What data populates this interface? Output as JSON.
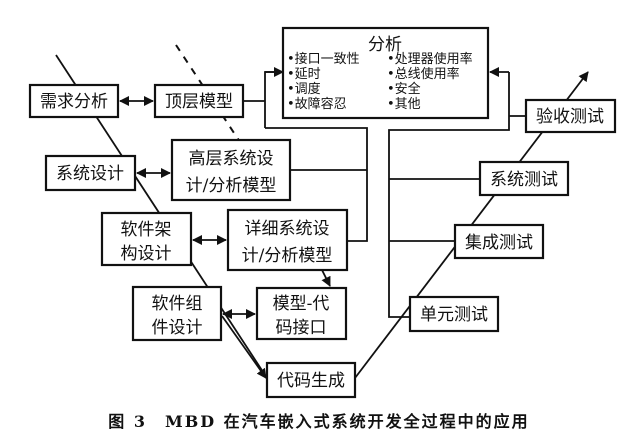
{
  "nodes": {
    "requirements": "需求分析",
    "top_model": "顶层模型",
    "system_design": "系统设计",
    "high_level_model": [
      "高层系统设",
      "计/分析模型"
    ],
    "sw_architecture": [
      "软件架",
      "构设计"
    ],
    "detailed_model": [
      "详细系统设",
      "计/分析模型"
    ],
    "sw_component": [
      "软件组",
      "件设计"
    ],
    "model_code_interface": [
      "模型-代",
      "码接口"
    ],
    "code_generation": "代码生成",
    "unit_test": "单元测试",
    "integration_test": "集成测试",
    "system_test": "系统测试",
    "acceptance_test": "验收测试"
  },
  "analysis": {
    "title": "分析",
    "left_items": [
      "接口一致性",
      "延时",
      "调度",
      "故障容忍"
    ],
    "right_items": [
      "处理器使用率",
      "总线使用率",
      "安全",
      "其他"
    ],
    "bullet": "•"
  },
  "caption": "图 3　MBD 在汽车嵌入式系统开发全过程中的应用"
}
